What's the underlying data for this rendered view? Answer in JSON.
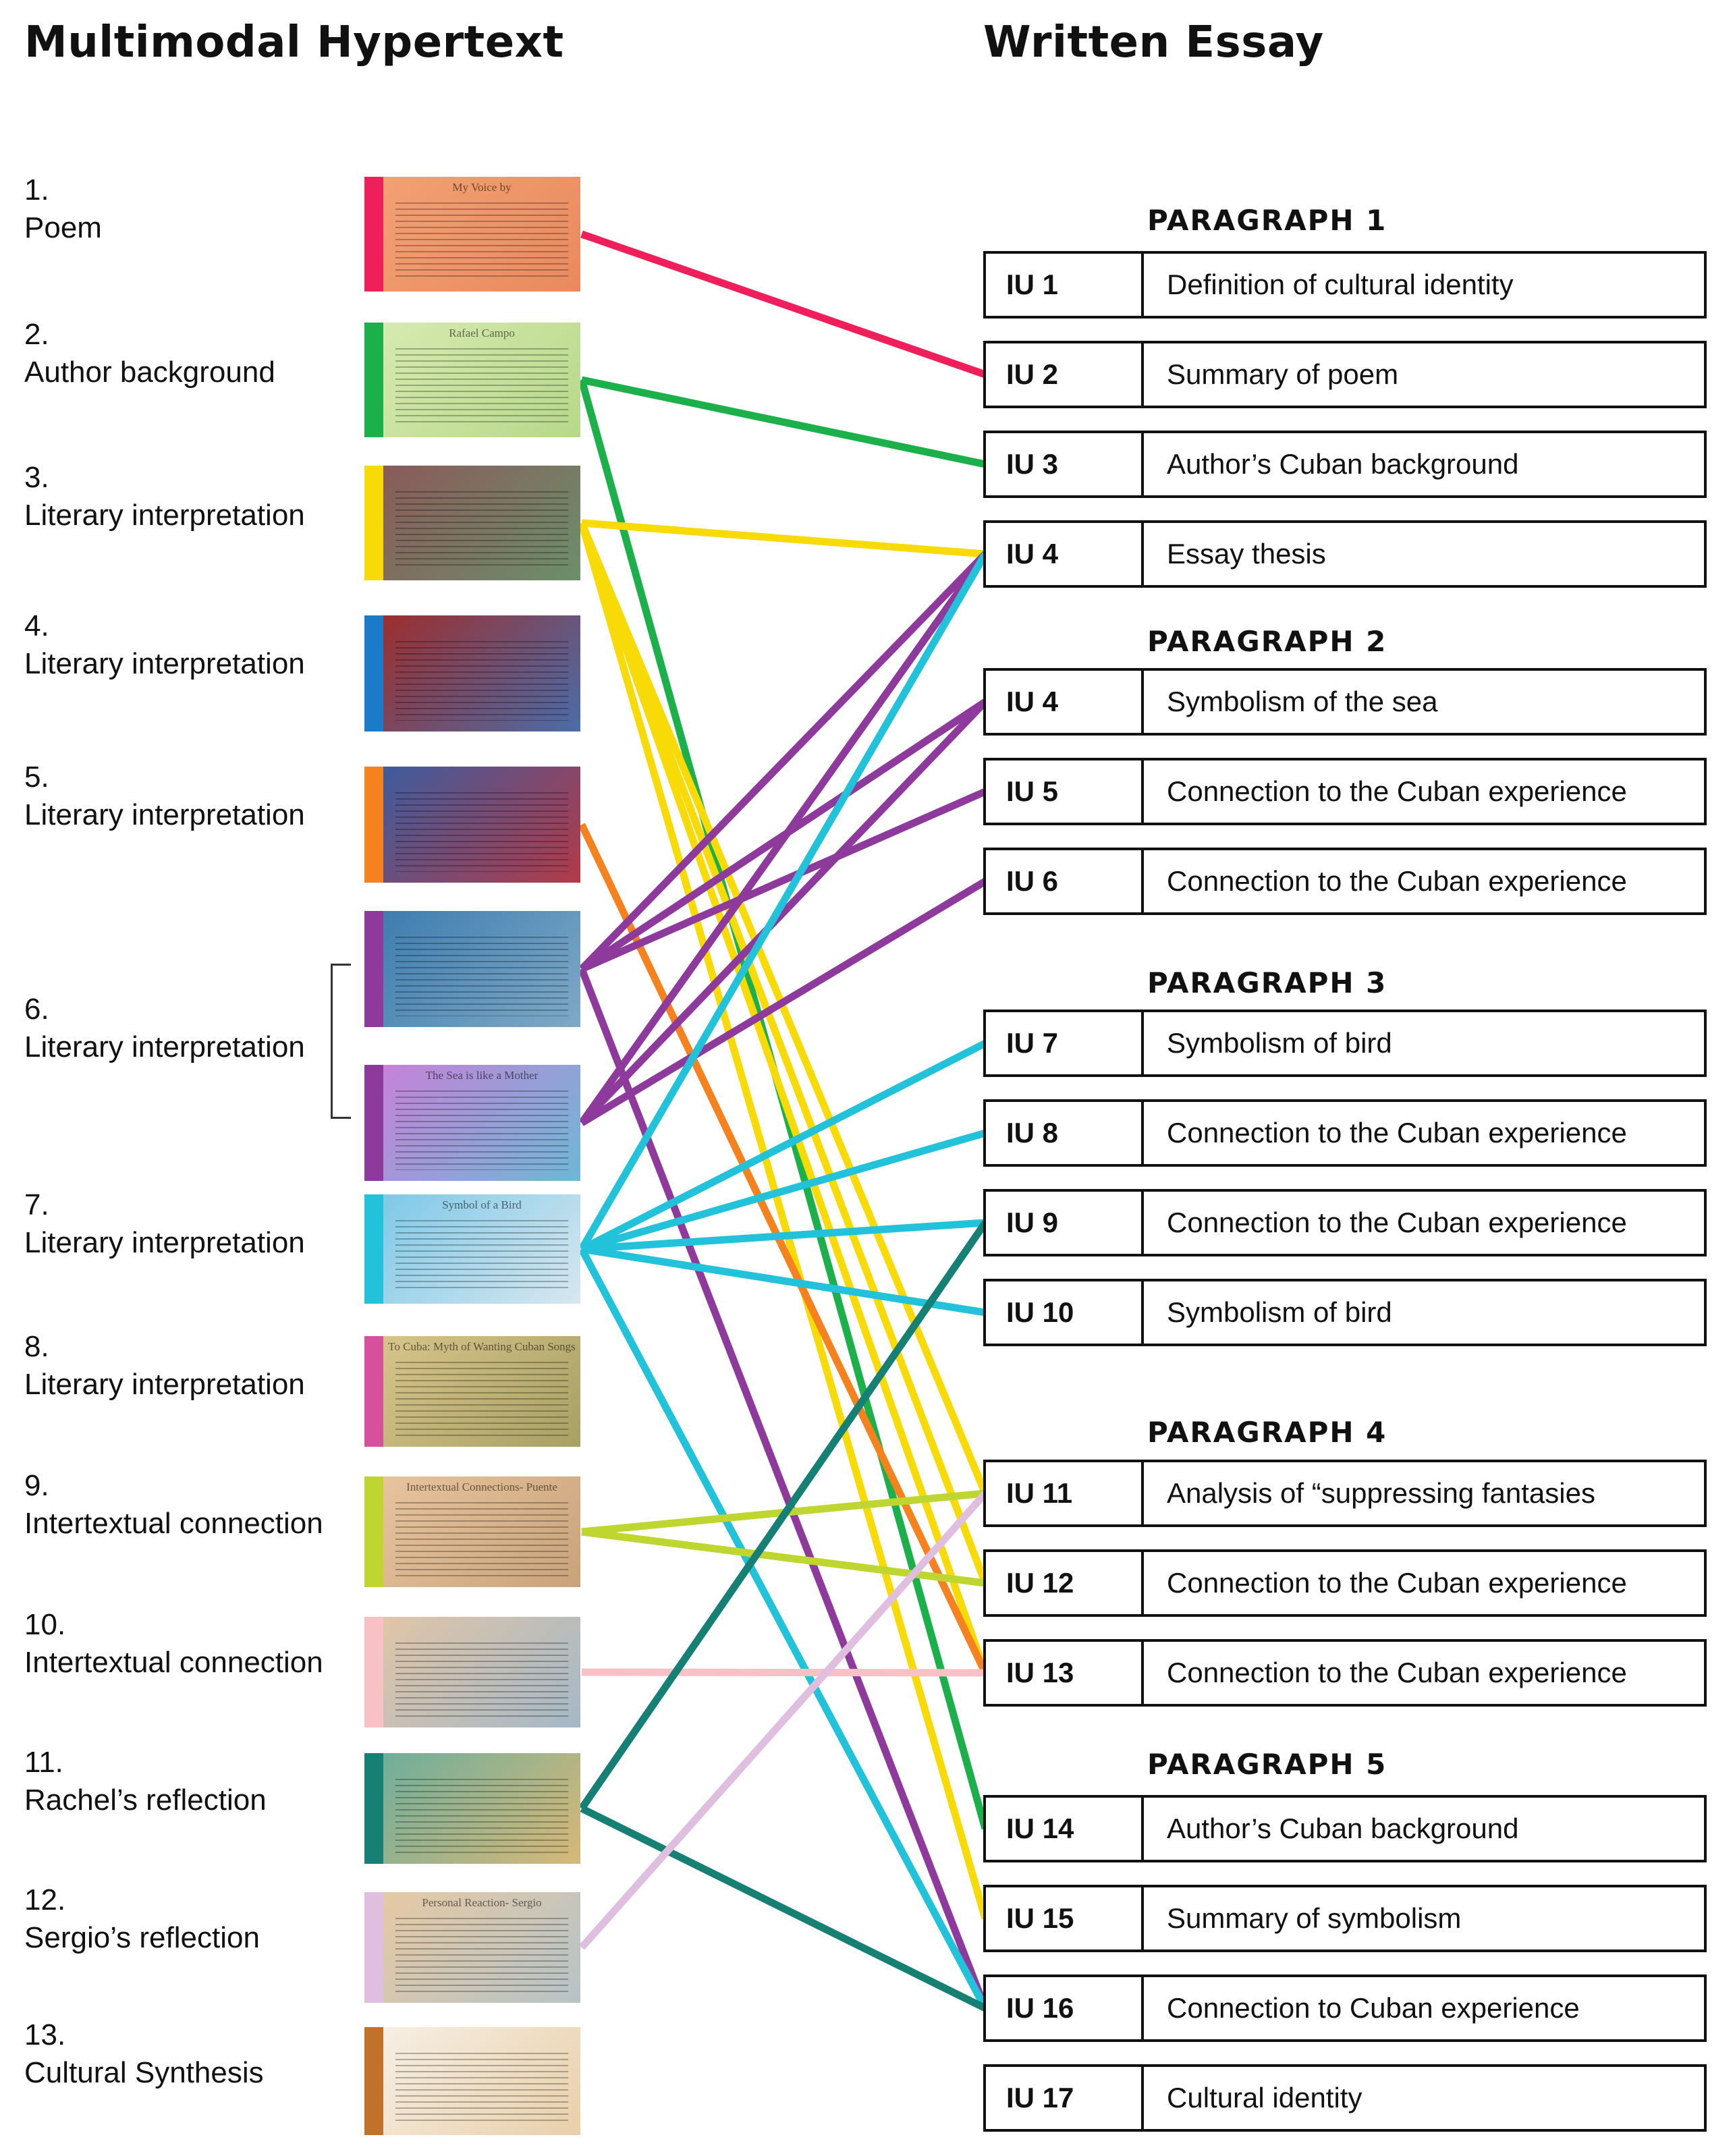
{
  "headings": {
    "left": "Multimodal Hypertext",
    "right": "Written Essay"
  },
  "slides": [
    {
      "num": "1.",
      "label": "Poem",
      "color": "#EE1F5B",
      "thumb_title": "My Voice by",
      "bg": [
        "#F2A074",
        "#E98A5E"
      ]
    },
    {
      "num": "2.",
      "label": "Author background",
      "color": "#1BB04A",
      "thumb_title": "Rafael Campo",
      "bg": [
        "#D6EAB0",
        "#B7D889"
      ]
    },
    {
      "num": "3.",
      "label": "Literary interpretation",
      "color": "#F8DA06",
      "thumb_title": "",
      "bg": [
        "#8A5A5A",
        "#6C8F6A"
      ]
    },
    {
      "num": "4.",
      "label": "Literary interpretation",
      "color": "#1B7BC8",
      "thumb_title": "",
      "bg": [
        "#9C2E2E",
        "#4A6CA8"
      ]
    },
    {
      "num": "5.",
      "label": "Literary interpretation",
      "color": "#F5821F",
      "thumb_title": "",
      "bg": [
        "#3E5C9E",
        "#B23A48"
      ]
    },
    {
      "num": "6.",
      "label": "Literary interpretation",
      "color": "#8E3A9D",
      "thumb_title": "",
      "bg": [
        "#3E7DB0",
        "#7FA9C6"
      ]
    },
    {
      "num": "",
      "label": "",
      "color": "#8E3A9D",
      "thumb_title": "The Sea is like a Mother",
      "bg": [
        "#C682D8",
        "#6EB7D6"
      ]
    },
    {
      "num": "7.",
      "label": "Literary interpretation",
      "color": "#22C3DA",
      "thumb_title": "Symbol of a Bird",
      "bg": [
        "#7FC9E8",
        "#D7E7EF"
      ]
    },
    {
      "num": "8.",
      "label": "Literary interpretation",
      "color": "#D6509C",
      "thumb_title": "To Cuba: Myth of Wanting Cuban Songs",
      "bg": [
        "#D7C48A",
        "#A7A064"
      ]
    },
    {
      "num": "9.",
      "label": "Intertextual connection",
      "color": "#BED62F",
      "thumb_title": "Intertextual Connections- Puente",
      "bg": [
        "#E7C49E",
        "#C9A27A"
      ]
    },
    {
      "num": "10.",
      "label": "Intertextual connection",
      "color": "#F8C1C6",
      "thumb_title": "",
      "bg": [
        "#E0C5A8",
        "#A4B8C7"
      ]
    },
    {
      "num": "11.",
      "label": "Rachel’s reflection",
      "color": "#168074",
      "thumb_title": "",
      "bg": [
        "#6FAE9B",
        "#D8B877"
      ]
    },
    {
      "num": "12.",
      "label": "Sergio’s reflection",
      "color": "#E0BEE0",
      "thumb_title": "Personal Reaction- Sergio",
      "bg": [
        "#E6C9A4",
        "#B6C3C7"
      ]
    },
    {
      "num": "13.",
      "label": "Cultural Synthesis",
      "color": "#C0722B",
      "thumb_title": "",
      "bg": [
        "#F6EFE4",
        "#E9CFA9"
      ]
    }
  ],
  "paragraphs": [
    {
      "title": "PARAGRAPH 1"
    },
    {
      "title": "PARAGRAPH 2"
    },
    {
      "title": "PARAGRAPH 3"
    },
    {
      "title": "PARAGRAPH 4"
    },
    {
      "title": "PARAGRAPH 5"
    }
  ],
  "units": [
    {
      "id": "IU 1",
      "text": "Definition of cultural identity"
    },
    {
      "id": "IU 2",
      "text": "Summary of poem"
    },
    {
      "id": "IU 3",
      "text": "Author’s Cuban background"
    },
    {
      "id": "IU 4",
      "text": "Essay thesis"
    },
    {
      "id": "IU 4",
      "text": "Symbolism of the sea"
    },
    {
      "id": "IU 5",
      "text": "Connection to the Cuban experience"
    },
    {
      "id": "IU 6",
      "text": "Connection to the Cuban experience"
    },
    {
      "id": "IU 7",
      "text": "Symbolism of bird"
    },
    {
      "id": "IU 8",
      "text": "Connection to the Cuban experience"
    },
    {
      "id": "IU 9",
      "text": "Connection to the Cuban experience"
    },
    {
      "id": "IU 10",
      "text": "Symbolism of bird"
    },
    {
      "id": "IU 11",
      "text": "Analysis of “suppressing fantasies"
    },
    {
      "id": "IU 12",
      "text": "Connection to the Cuban experience"
    },
    {
      "id": "IU 13",
      "text": "Connection to the Cuban experience"
    },
    {
      "id": "IU 14",
      "text": "Author’s Cuban background"
    },
    {
      "id": "IU 15",
      "text": "Summary of symbolism"
    },
    {
      "id": "IU 16",
      "text": "Connection to Cuban experience"
    },
    {
      "id": "IU 17",
      "text": "Cultural identity"
    }
  ],
  "links": [
    {
      "slide": 0,
      "unit": 1,
      "color": "#EE1F5B"
    },
    {
      "slide": 1,
      "unit": 2,
      "color": "#1BB04A"
    },
    {
      "slide": 1,
      "unit": 14,
      "color": "#1BB04A"
    },
    {
      "slide": 2,
      "unit": 3,
      "color": "#F8DA06"
    },
    {
      "slide": 2,
      "unit": 11,
      "color": "#F8DA06"
    },
    {
      "slide": 2,
      "unit": 12,
      "color": "#F8DA06"
    },
    {
      "slide": 2,
      "unit": 13,
      "color": "#F8DA06"
    },
    {
      "slide": 2,
      "unit": 15,
      "color": "#F8DA06"
    },
    {
      "slide": 4,
      "unit": 13,
      "color": "#F5821F"
    },
    {
      "slide": 5,
      "unit": 3,
      "color": "#8E3A9D"
    },
    {
      "slide": 5,
      "unit": 4,
      "color": "#8E3A9D"
    },
    {
      "slide": 5,
      "unit": 5,
      "color": "#8E3A9D"
    },
    {
      "slide": 5,
      "unit": 16,
      "color": "#8E3A9D"
    },
    {
      "slide": 6,
      "unit": 3,
      "color": "#8E3A9D"
    },
    {
      "slide": 6,
      "unit": 4,
      "color": "#8E3A9D"
    },
    {
      "slide": 6,
      "unit": 6,
      "color": "#8E3A9D"
    },
    {
      "slide": 7,
      "unit": 3,
      "color": "#22C3DA"
    },
    {
      "slide": 7,
      "unit": 7,
      "color": "#22C3DA"
    },
    {
      "slide": 7,
      "unit": 8,
      "color": "#22C3DA"
    },
    {
      "slide": 7,
      "unit": 9,
      "color": "#22C3DA"
    },
    {
      "slide": 7,
      "unit": 10,
      "color": "#22C3DA"
    },
    {
      "slide": 7,
      "unit": 16,
      "color": "#22C3DA"
    },
    {
      "slide": 9,
      "unit": 11,
      "color": "#BED62F"
    },
    {
      "slide": 9,
      "unit": 12,
      "color": "#BED62F"
    },
    {
      "slide": 10,
      "unit": 13,
      "color": "#F8C1C6"
    },
    {
      "slide": 11,
      "unit": 9,
      "color": "#168074"
    },
    {
      "slide": 11,
      "unit": 16,
      "color": "#168074"
    },
    {
      "slide": 12,
      "unit": 11,
      "color": "#E0BEE0"
    }
  ]
}
